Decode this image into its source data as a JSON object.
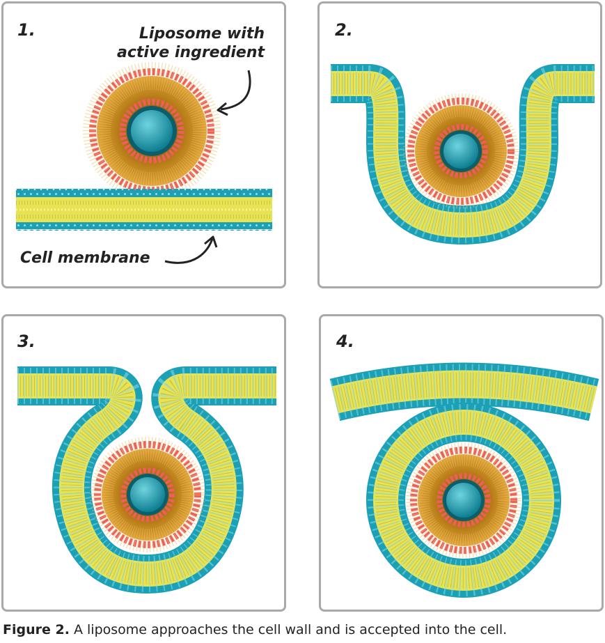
{
  "panels": [
    {
      "number": "1.",
      "label_liposome": "Liposome with active ingredient",
      "label_liposome_line1": "Liposome with",
      "label_liposome_line2": "active ingredient",
      "label_membrane": "Cell membrane"
    },
    {
      "number": "2."
    },
    {
      "number": "3."
    },
    {
      "number": "4."
    }
  ],
  "caption": {
    "bold": "Figure 2.",
    "text": " A liposome approaches the cell wall and is accepted into the cell."
  },
  "colors": {
    "head_teal": "#1ba0b5",
    "tail_yellow": "#e8e352",
    "liposome_red": "#ee5f5b",
    "liposome_tail": "#c58a1e",
    "core": "#1d9fb0",
    "border": "#a9a9a9"
  }
}
